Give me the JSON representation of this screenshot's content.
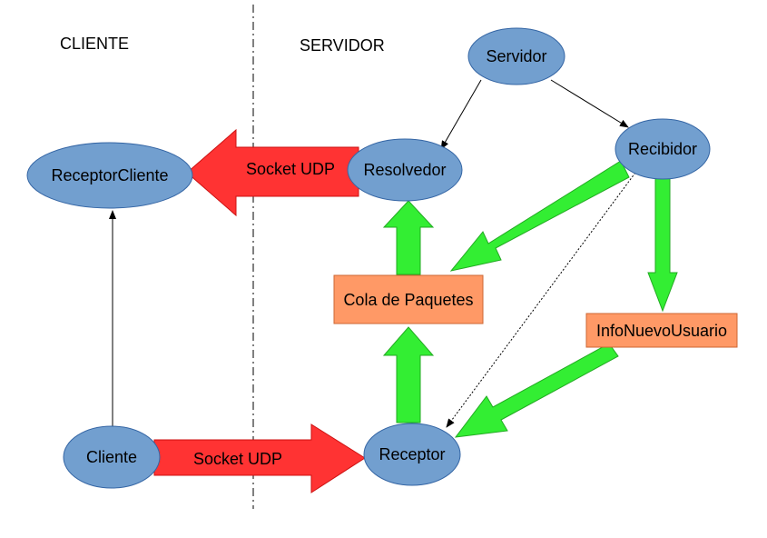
{
  "labels": {
    "cliente": "CLIENTE",
    "servidor": "SERVIDOR"
  },
  "nodes": {
    "servidor": "Servidor",
    "recibidor": "Recibidor",
    "resolvedor": "Resolvedor",
    "receptor_cliente": "ReceptorCliente",
    "cola_paquetes": "Cola de Paquetes",
    "info_nuevo_usuario": "InfoNuevoUsuario",
    "cliente": "Cliente",
    "receptor": "Receptor"
  },
  "arrows": {
    "socket_udp_top": "Socket UDP",
    "socket_udp_bottom": "Socket UDP"
  },
  "colors": {
    "ellipse_fill": "#729fcf",
    "ellipse_stroke": "#3465a4",
    "box_fill": "#ff9966",
    "red_arrow": "#ff3333",
    "green_arrow": "#33ee33"
  }
}
